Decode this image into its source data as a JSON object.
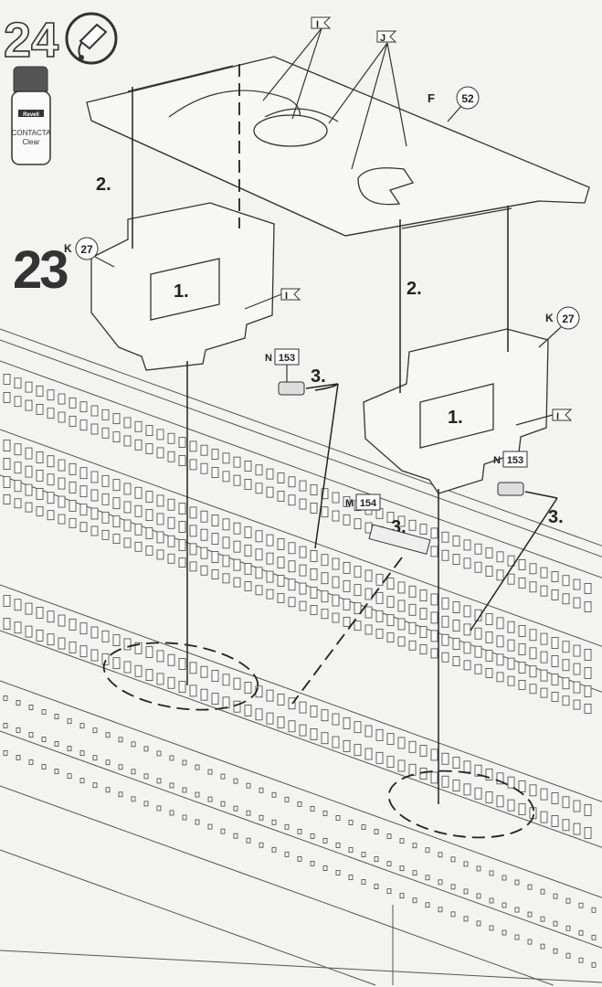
{
  "step_number": "24",
  "previous_step_number": "23",
  "glue": {
    "brand": "Revell",
    "name": "CONTACTA",
    "variant": "Clear",
    "icon": "glue-tube-icon"
  },
  "parts": {
    "deck_plate": {
      "letter": "F",
      "number": "52"
    },
    "side_left": {
      "letter": "K",
      "number": "27"
    },
    "side_right": {
      "letter": "K",
      "number": "27"
    },
    "small_part_1": {
      "letter": "N",
      "number": "153"
    },
    "small_part_2": {
      "letter": "N",
      "number": "153"
    },
    "grille_part": {
      "letter": "M",
      "number": "154"
    }
  },
  "flags": {
    "i": "I",
    "j": "J"
  },
  "sub_steps": {
    "one": "1.",
    "two": "2.",
    "three": "3."
  }
}
